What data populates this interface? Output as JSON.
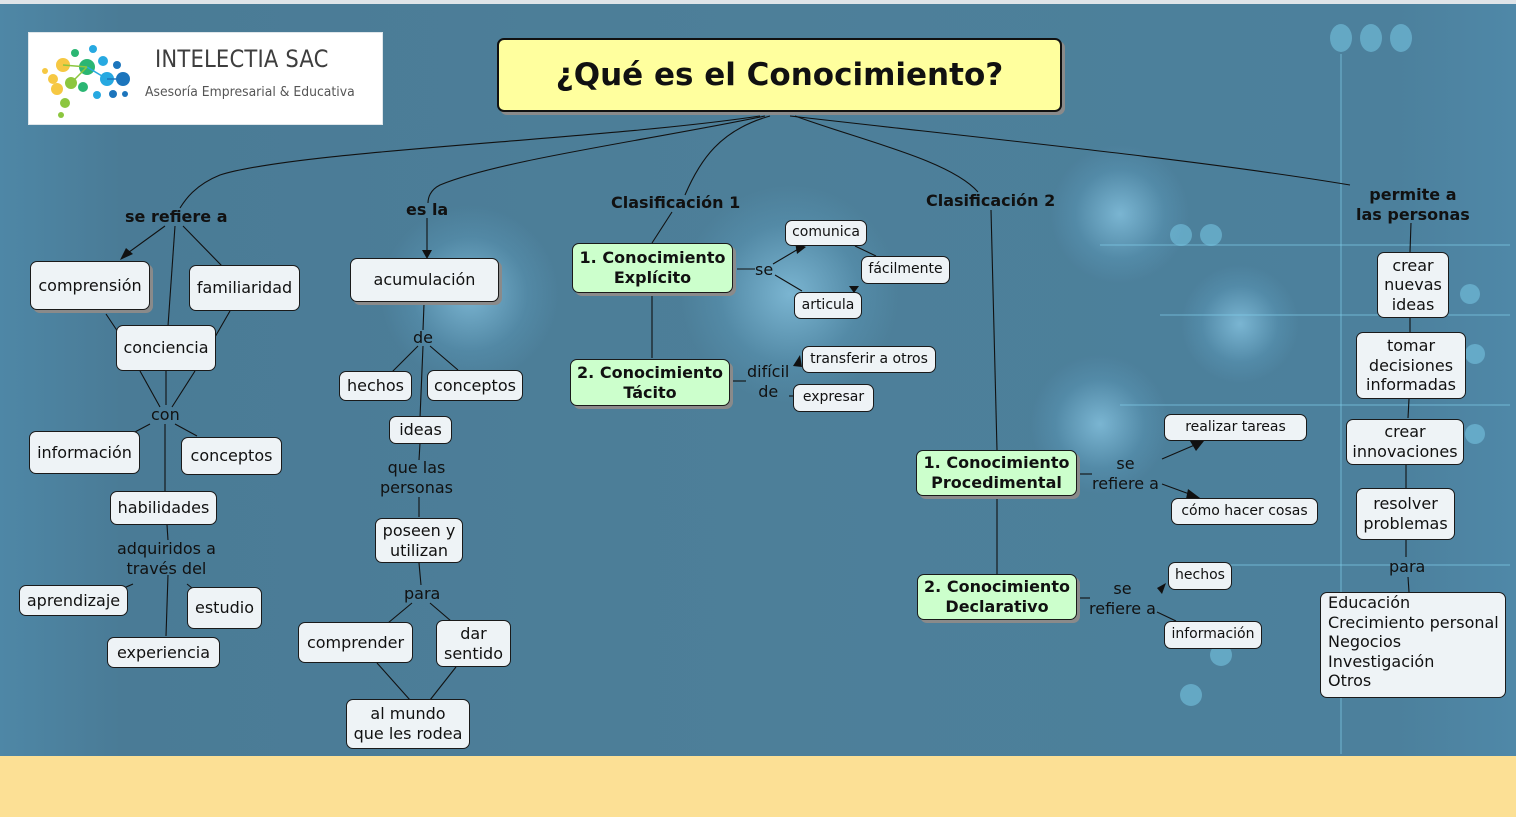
{
  "logo": {
    "name": "INTELECTIA SAC",
    "tagline": "Asesoría Empresarial & Educativa",
    "colors": [
      "#f6c843",
      "#8cc63f",
      "#2bb673",
      "#27a9e1",
      "#1c75bc"
    ]
  },
  "title": "¿Qué es el Conocimiento?",
  "colors": {
    "background": "#4d7f99",
    "title_fill": "#ffff9e",
    "concept_fill": "#eef3f6",
    "category_fill": "#ccffcc",
    "footer_band": "#fce095"
  },
  "branch_refiere": {
    "link": "se refiere a",
    "comprension": "comprensión",
    "familiaridad": "familiaridad",
    "conciencia": "conciencia",
    "con": "con",
    "informacion": "información",
    "conceptos": "conceptos",
    "habilidades": "habilidades",
    "adquiridos_1": "adquiridos a",
    "adquiridos_2": "través del",
    "aprendizaje": "aprendizaje",
    "estudio": "estudio",
    "experiencia": "experiencia"
  },
  "branch_es_la": {
    "link": "es la",
    "acumulacion": "acumulación",
    "de": "de",
    "hechos": "hechos",
    "conceptos": "conceptos",
    "ideas": "ideas",
    "que_las_1": "que las",
    "que_las_2": "personas",
    "poseen_1": "poseen y",
    "poseen_2": "utilizan",
    "para": "para",
    "comprender": "comprender",
    "dar_1": "dar",
    "dar_2": "sentido",
    "mundo_1": "al mundo",
    "mundo_2": "que les rodea"
  },
  "clasificacion_1": {
    "link": "Clasificación 1",
    "explicito_1": "1. Conocimiento",
    "explicito_2": "Explícito",
    "se": "se",
    "comunica": "comunica",
    "facilmente": "fácilmente",
    "articula": "articula",
    "tacito_1": "2. Conocimiento",
    "tacito_2": "Tácito",
    "dificil_1": "difícil",
    "dificil_2": "de",
    "transferir": "transferir a otros",
    "expresar": "expresar"
  },
  "clasificacion_2": {
    "link": "Clasificación 2",
    "procedimental_1": "1. Conocimiento",
    "procedimental_2": "Procedimental",
    "se_refiere_1": "se",
    "se_refiere_2": "refiere a",
    "realizar": "realizar tareas",
    "como": "cómo hacer cosas",
    "declarativo_1": "2. Conocimiento",
    "declarativo_2": "Declarativo",
    "se_refiere_b1": "se",
    "se_refiere_b2": "refiere a",
    "hechos": "hechos",
    "informacion": "información"
  },
  "branch_permite": {
    "link_1": "permite a",
    "link_2": "las personas",
    "crear_ideas": [
      "crear",
      "nuevas",
      "ideas"
    ],
    "decisiones": [
      "tomar",
      "decisiones",
      "informadas"
    ],
    "innovaciones": [
      "crear",
      "innovaciones"
    ],
    "resolver": [
      "resolver",
      "problemas"
    ],
    "para": "para",
    "ambitos": [
      "Educación",
      "Crecimiento personal",
      "Negocios",
      "Investigación",
      "Otros"
    ]
  }
}
